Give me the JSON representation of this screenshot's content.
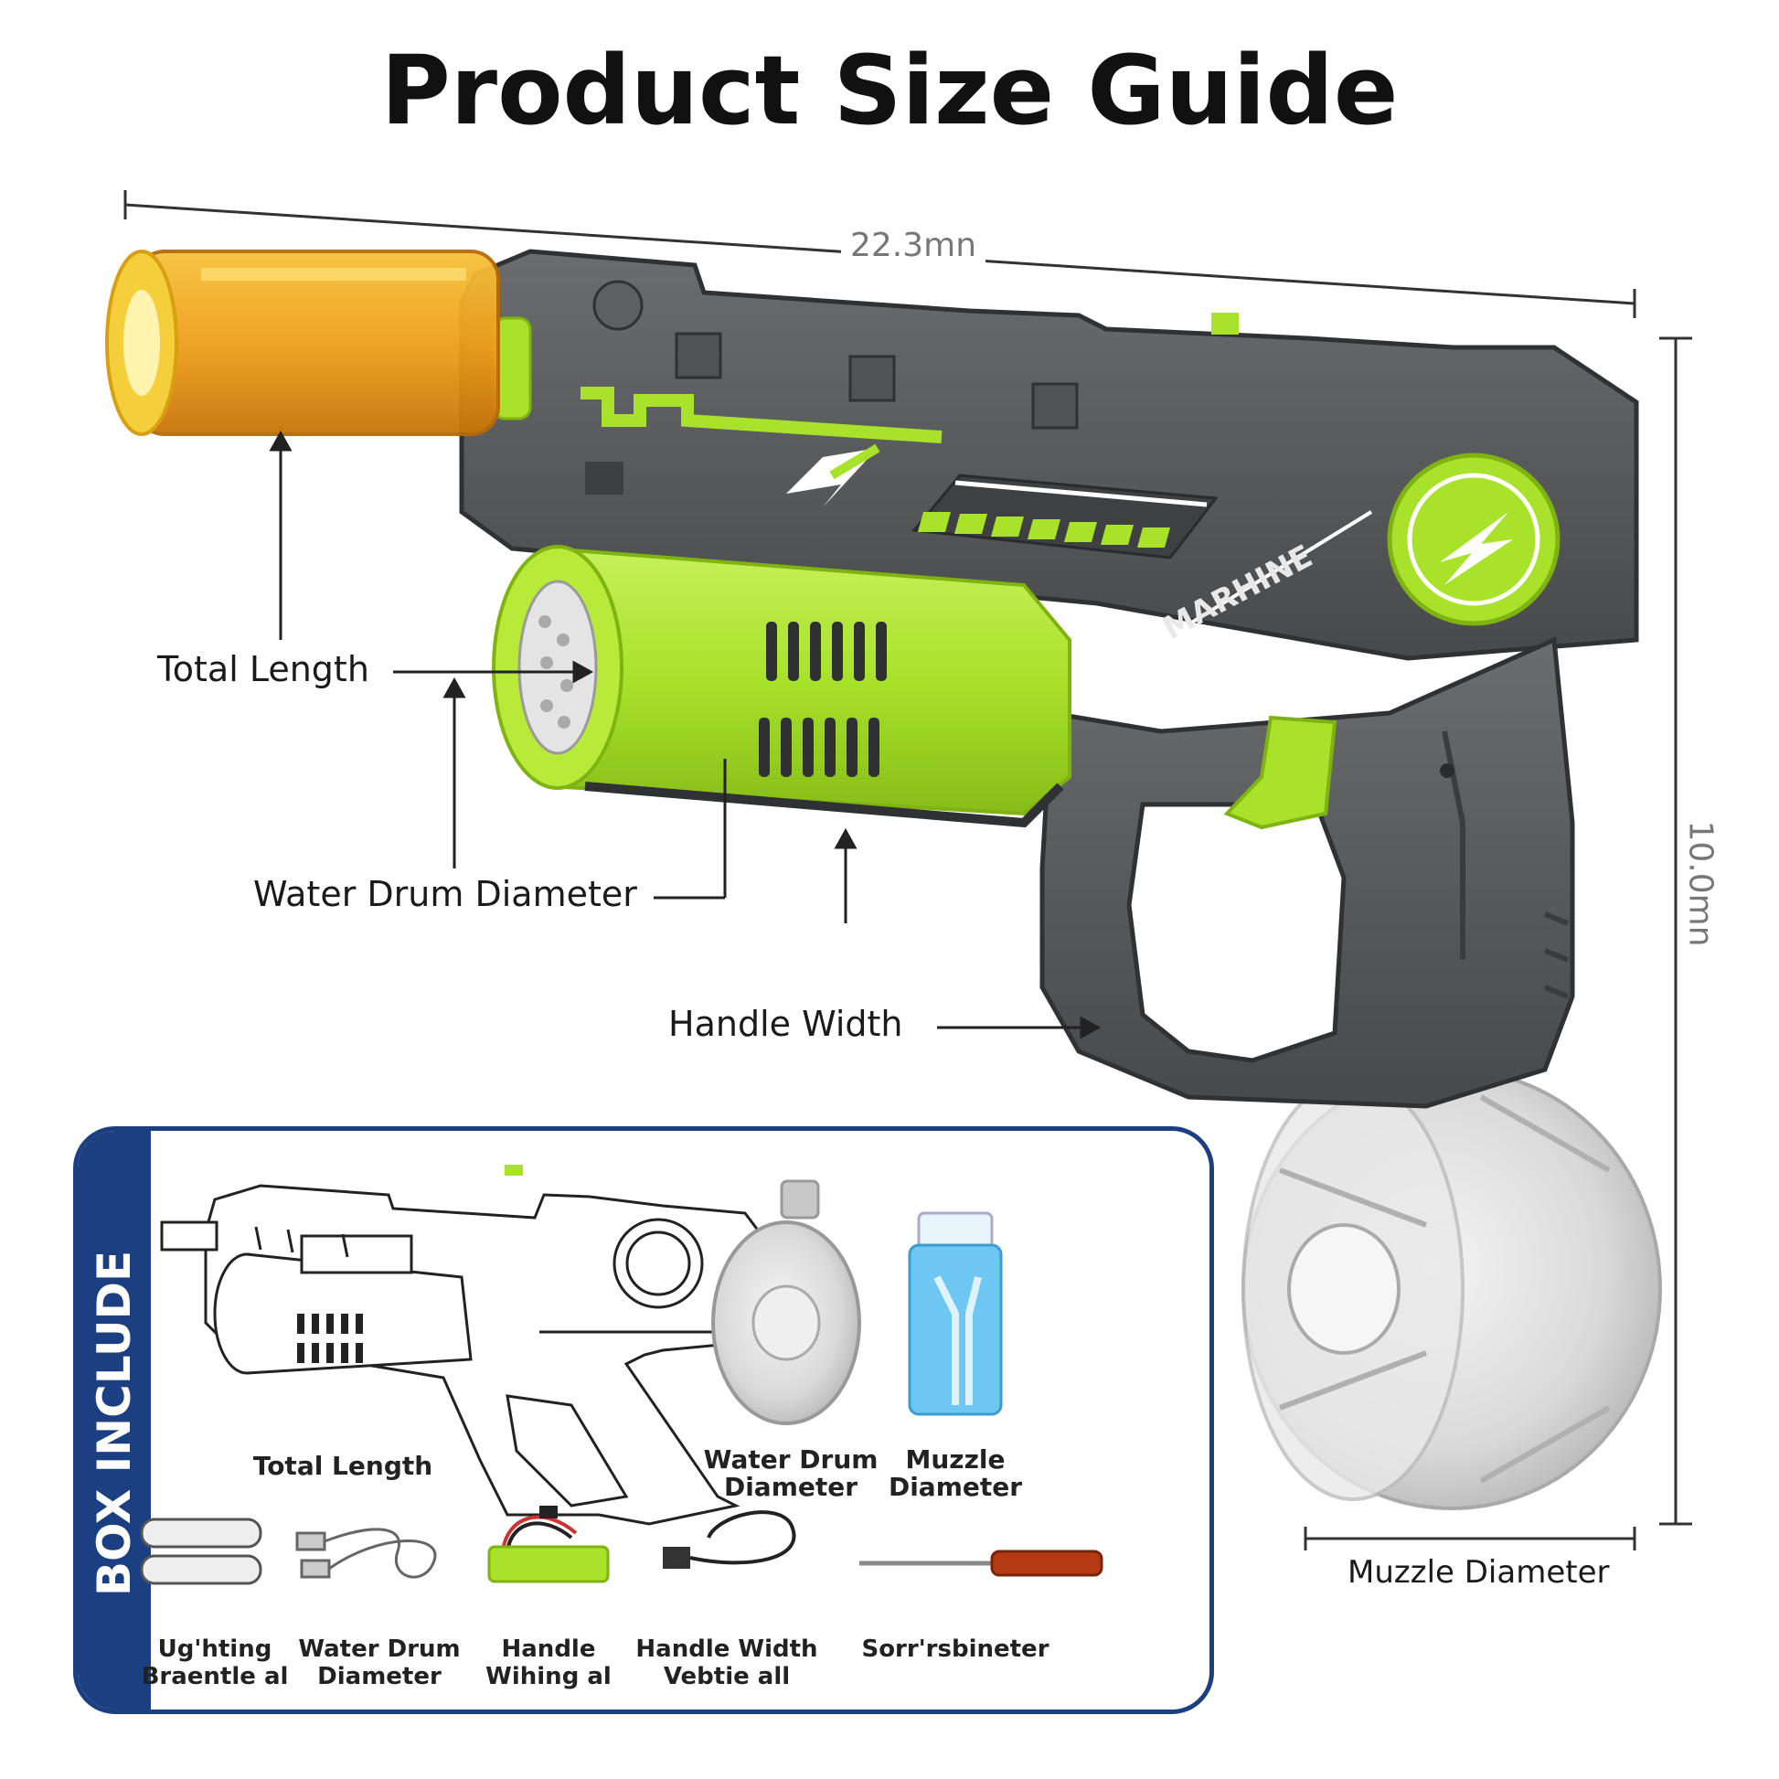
{
  "title": "Product Size Guide",
  "dimensions": {
    "length": "22.3mn",
    "height": "10.0mn"
  },
  "callouts": {
    "total_length": "Total Length",
    "water_drum_diameter": "Water Drum Diameter",
    "handle_width": "Handle Width",
    "muzzle_diameter": "Muzzle Diameter"
  },
  "product_marking": "MARHINE",
  "box": {
    "title": "BOX INCLUDE",
    "total_length": "Total Length",
    "water_drum": [
      "Water Drum",
      "Diameter"
    ],
    "muzzle": [
      "Muzzle",
      "Diameter"
    ],
    "accessories": [
      {
        "line1": "Ug'hting",
        "line2": "Braentle al"
      },
      {
        "line1": "Water Drum",
        "line2": "Diameter"
      },
      {
        "line1": "Handle",
        "line2": "Wihing al"
      },
      {
        "line1": "Handle Width",
        "line2": "Vebtie all"
      },
      {
        "line1": "Sorr'rsbineter",
        "line2": ""
      }
    ]
  },
  "colors": {
    "accent_green": "#a8e22a",
    "body_gray": "#5a5c5e",
    "box_blue": "#1c3f82",
    "muzzle_orange": "#f0a01a"
  }
}
